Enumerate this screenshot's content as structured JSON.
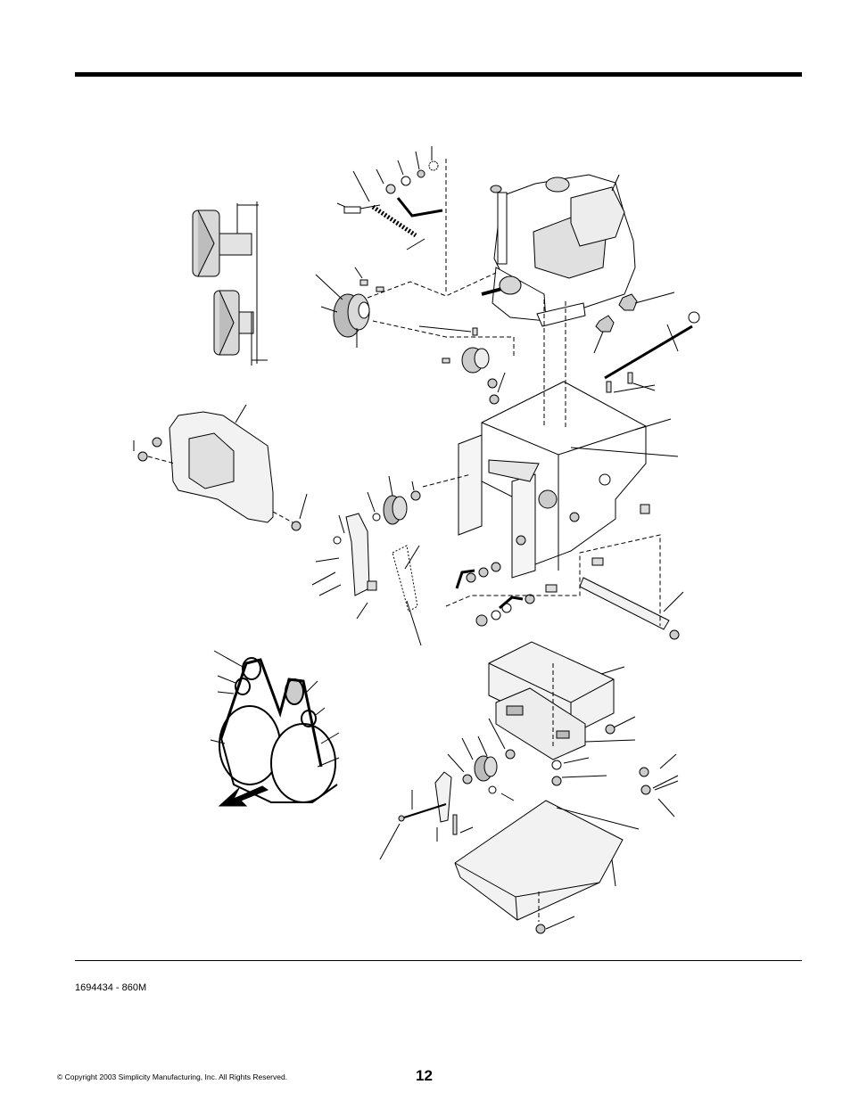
{
  "footer": {
    "part_number": "1694434 - 860M",
    "copyright": "© Copyright 2003 Simplicity Manufacturing, Inc. All Rights Reserved.",
    "page_number": "12"
  },
  "diagram": {
    "icons": [
      "pulley-detail",
      "engine",
      "belt-cover",
      "pulley",
      "spring",
      "bracket",
      "frame",
      "belt-routing-diagram",
      "direction-arrow",
      "bolt",
      "nut",
      "washer",
      "cover-plate"
    ]
  }
}
